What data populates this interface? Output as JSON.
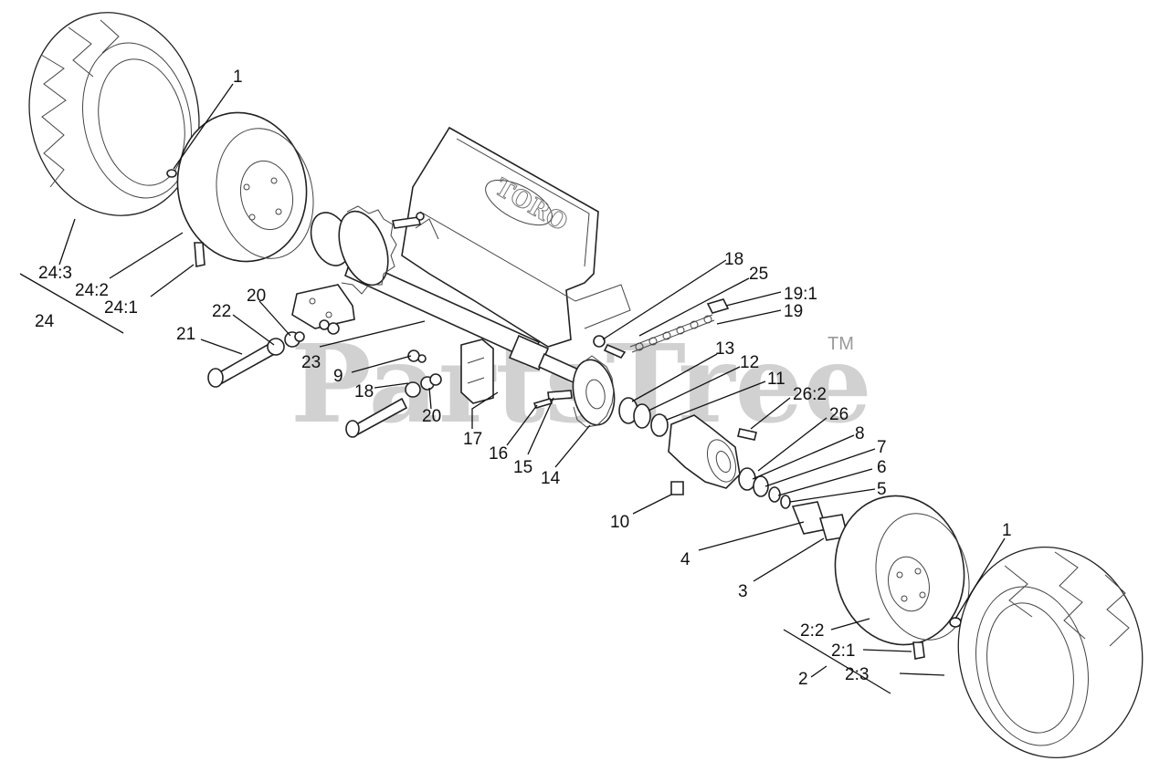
{
  "watermark": {
    "text": "PartsTree",
    "tm": "TM"
  },
  "logo": "TORO",
  "callouts": {
    "c1_left": "1",
    "c24_3": "24:3",
    "c24_2": "24:2",
    "c24_1": "24:1",
    "c24": "24",
    "c20_top": "20",
    "c22": "22",
    "c21": "21",
    "c23": "23",
    "c9": "9",
    "c18_left": "18",
    "c20_bottom": "20",
    "c17": "17",
    "c16": "16",
    "c15": "15",
    "c14": "14",
    "c18_right": "18",
    "c25": "25",
    "c19_1": "19:1",
    "c19": "19",
    "c13": "13",
    "c12": "12",
    "c11": "11",
    "c26_2": "26:2",
    "c26": "26",
    "c8": "8",
    "c7": "7",
    "c6": "6",
    "c5": "5",
    "c10": "10",
    "c4": "4",
    "c3": "3",
    "c1_right": "1",
    "c2_2": "2:2",
    "c2_1": "2:1",
    "c2": "2",
    "c2_3": "2:3"
  },
  "colors": {
    "line": "#222222",
    "watermark": "#9a9a9a",
    "background": "#ffffff"
  }
}
